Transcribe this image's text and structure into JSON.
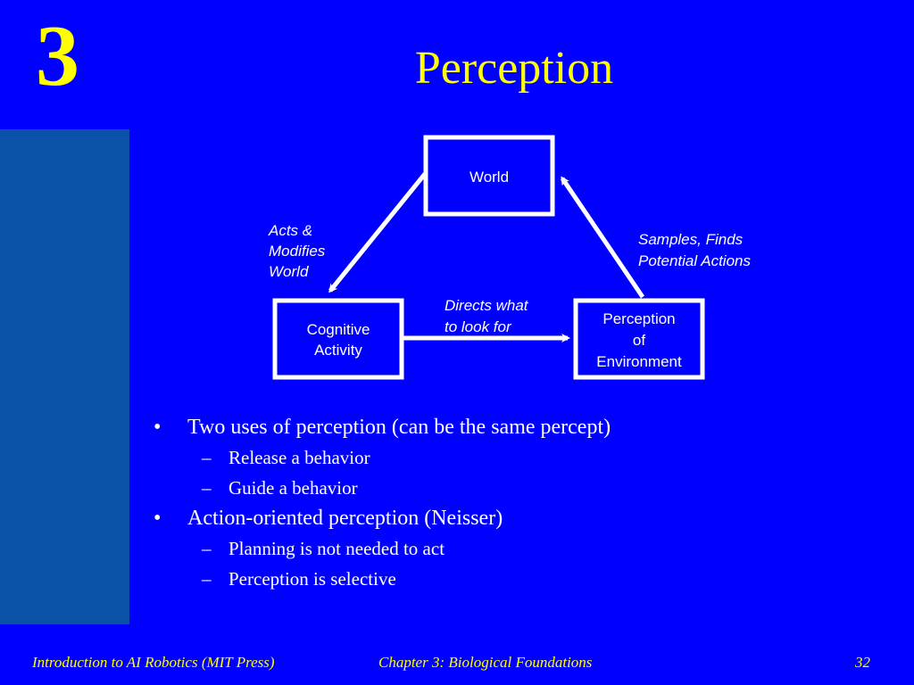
{
  "slide": {
    "chapter_number": "3",
    "title": "Perception"
  },
  "diagram": {
    "world": "World",
    "cognitive_line1": "Cognitive",
    "cognitive_line2": "Activity",
    "perception_line1": "Perception",
    "perception_line2": "of",
    "perception_line3": "Environment",
    "acts_line1": "Acts &",
    "acts_line2": "Modifies",
    "acts_line3": "World",
    "samples_line1": "Samples, Finds",
    "samples_line2": "Potential Actions",
    "directs_line1": "Directs what",
    "directs_line2": "to look for"
  },
  "bullets": {
    "b1": "Two uses of perception (can be the same percept)",
    "b1_1": "Release a behavior",
    "b1_2": "Guide a behavior",
    "b2": "Action-oriented perception (Neisser)",
    "b2_1": "Planning is not needed to act",
    "b2_2": "Perception is selective"
  },
  "footer": {
    "left": "Introduction to AI Robotics (MIT Press)",
    "center": "Chapter 3: Biological Foundations",
    "page": "32"
  },
  "colors": {
    "background": "#0000ff",
    "side_panel": "#0a52a8",
    "accent": "#ffff00",
    "text": "#ffffff"
  }
}
